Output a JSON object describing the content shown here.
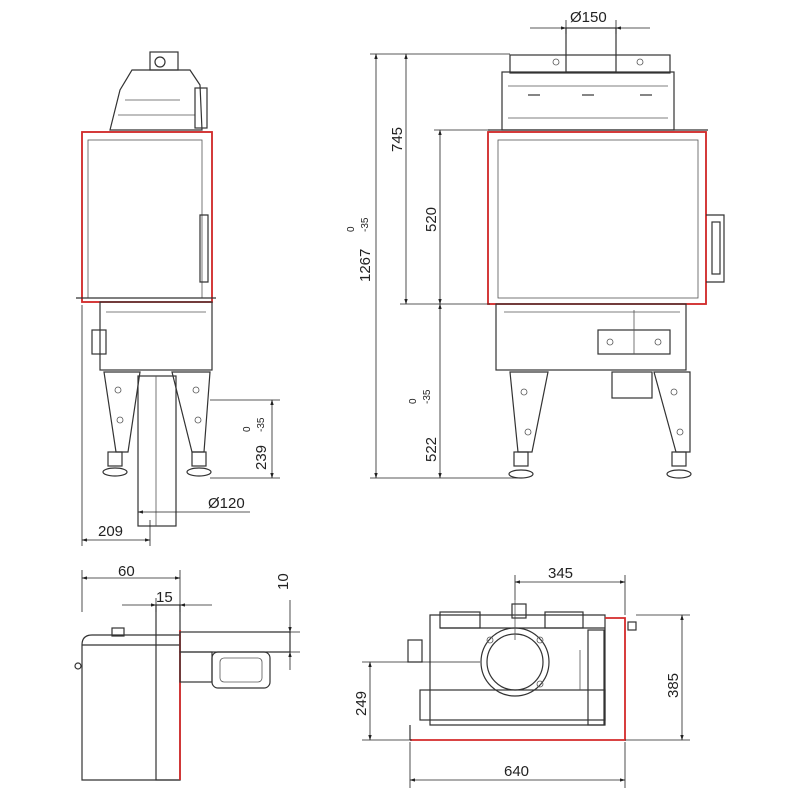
{
  "colors": {
    "line": "#333333",
    "accent": "#d42a2a",
    "background": "#ffffff"
  },
  "views": {
    "side": {
      "dims": {
        "leg_height": "239",
        "leg_tol_upper": "0",
        "leg_tol_lower": "-35",
        "duct_diameter": "Ø120",
        "offset_width": "209"
      }
    },
    "front": {
      "dims": {
        "flue_diameter": "Ø150",
        "total_height": "1267",
        "total_tol_upper": "0",
        "total_tol_lower": "-35",
        "frame_height": "745",
        "glass_height": "520",
        "base_height": "522",
        "base_tol_upper": "0",
        "base_tol_lower": "-35"
      }
    },
    "detail": {
      "dims": {
        "depth": "60",
        "offset": "15",
        "lip": "10"
      }
    },
    "plan": {
      "dims": {
        "half_width": "345",
        "flue_offset": "249",
        "depth": "385",
        "width": "640"
      }
    }
  }
}
